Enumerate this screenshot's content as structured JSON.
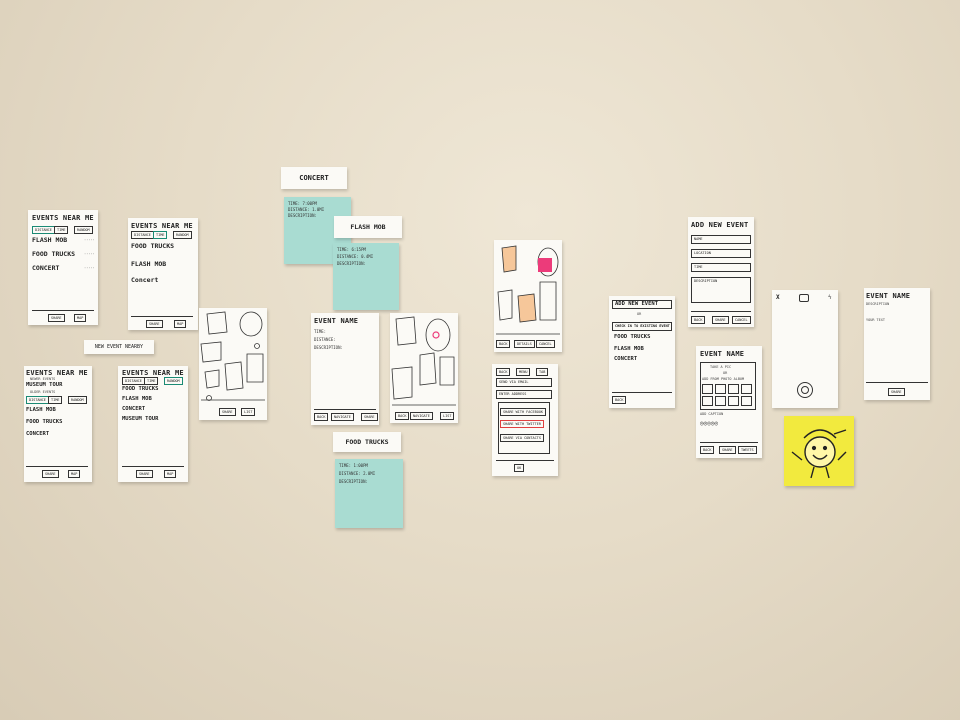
{
  "colors": {
    "wall": "#e9e0ce",
    "paper": "#fbfaf6",
    "sticky_blue": "#a9dcd2",
    "sticky_yellow": "#f2ea3e",
    "accent_pink": "#ec3b7a"
  },
  "nearby_list": {
    "title": "EVENTS NEAR ME",
    "tabs": [
      "DISTANCE",
      "TIME",
      "RANDOM"
    ],
    "items": [
      "FLASH MOB",
      "FOOD TRUCKS",
      "CONCERT"
    ],
    "buttons": [
      "SHARE",
      "MAP"
    ]
  },
  "time_list": {
    "title": "EVENTS NEAR ME",
    "tabs": [
      "DISTANCE",
      "TIME",
      "RANDOM"
    ],
    "items": [
      "FOOD TRUCKS",
      "FLASH MOB",
      "Concert"
    ],
    "buttons": [
      "SHARE",
      "MAP"
    ]
  },
  "notice_label": "NEW EVENT NEARBY",
  "new_event_list": {
    "title": "EVENTS NEAR ME",
    "sections": [
      "NEWER EVENTS",
      "OLDER EVENTS"
    ],
    "new_item": "MUSEUM TOUR",
    "tabs": [
      "DISTANCE",
      "TIME",
      "RANDOM"
    ],
    "items": [
      "FLASH MOB",
      "FOOD TRUCKS",
      "CONCERT"
    ],
    "buttons": [
      "SHARE",
      "MAP"
    ]
  },
  "random_list": {
    "title": "EVENTS NEAR ME",
    "tabs": [
      "DISTANCE",
      "TIME",
      "RANDOM"
    ],
    "items": [
      "FOOD TRUCKS",
      "FLASH MOB",
      "CONCERT",
      "MUSEUM TOUR"
    ],
    "buttons": [
      "SHARE",
      "MAP"
    ]
  },
  "map_screen": {
    "buttons": [
      "SHARE",
      "LIST"
    ]
  },
  "concert_label": "CONCERT",
  "concert_note": {
    "lines": [
      "TIME: 7:00PM",
      "DISTANCE: 1.0MI",
      "DESCRIPTION:"
    ]
  },
  "flashmob_label": "FLASH MOB",
  "flashmob_note": {
    "lines": [
      "TIME: 6:15PM",
      "DISTANCE: 0.4MI",
      "DESCRIPTION:"
    ]
  },
  "event_detail": {
    "title": "EVENT NAME",
    "lines": [
      "TIME:",
      "DISTANCE:",
      "DESCRIPTION:"
    ],
    "buttons": [
      "BACK",
      "NAVIGATE",
      "SHARE"
    ]
  },
  "nav_map": {
    "buttons": [
      "BACK",
      "NAVIGATE",
      "LIST"
    ]
  },
  "foodtrucks_label": "FOOD TRUCKS",
  "foodtrucks_note": {
    "lines": [
      "TIME: 1:00PM",
      "DISTANCE: 2.0MI",
      "DESCRIPTION:"
    ]
  },
  "share_map": {
    "buttons": [
      "BACK",
      "DETAILS",
      "CANCEL"
    ]
  },
  "share_form": {
    "tabs": [
      "BACK",
      "MENU",
      "TAB"
    ],
    "fields": [
      "SEND VIA EMAIL",
      "ENTER ADDRESS"
    ],
    "options": [
      "SHARE WITH FACEBOOK",
      "SHARE WITH TWITTER",
      "SHARE VIA CONTACTS"
    ],
    "ok": "OK"
  },
  "choose_event": {
    "title": "ADD NEW EVENT",
    "or_text": "OR",
    "checkin": "CHECK IN TO EXISTING EVENT",
    "items": [
      "FOOD TRUCKS",
      "FLASH MOB",
      "CONCERT"
    ],
    "back": "BACK"
  },
  "add_event_form": {
    "title": "ADD NEW EVENT",
    "fields": [
      "NAME",
      "LOCATION",
      "TIME",
      "DESCRIPTION"
    ],
    "buttons": [
      "BACK",
      "SHARE",
      "CANCEL"
    ]
  },
  "photo_screen": {
    "title": "EVENT NAME",
    "take_pic": "TAKE A PIC",
    "or_text": "OR",
    "album_text": "ADD FROM PHOTO ALBUM",
    "description": "ADD CAPTION",
    "buttons": [
      "BACK",
      "SHARE",
      "TWEETS"
    ]
  },
  "camera_screen": {
    "close": "X"
  },
  "caption_screen": {
    "title": "EVENT NAME",
    "description": "DESCRIPTION",
    "text": "YOUR TEXT",
    "button": "SHARE"
  }
}
